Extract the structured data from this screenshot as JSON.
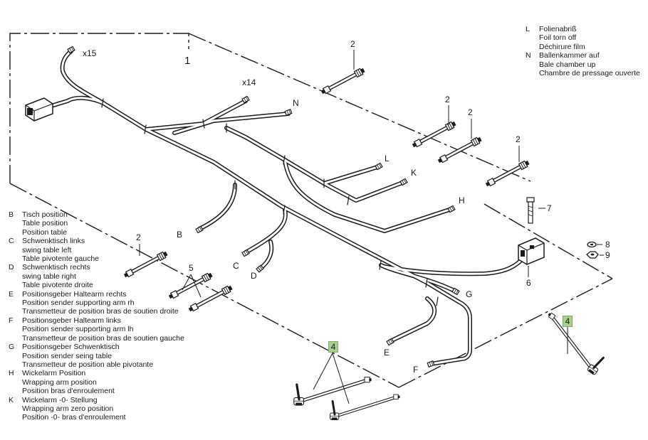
{
  "figure": {
    "group_number": "1",
    "multiplier_upper": "x15",
    "multiplier_lower": "x14"
  },
  "connector_letters": [
    "N",
    "L",
    "K",
    "H",
    "B",
    "C",
    "D",
    "E",
    "F",
    "G"
  ],
  "callouts": {
    "c2a": "2",
    "c2b": "2",
    "c2c": "2",
    "c2d": "2",
    "c2e": "2",
    "c4a": "4",
    "c4b": "4",
    "c5": "5",
    "c6": "6",
    "c7": "7",
    "c8": "8",
    "c9": "9"
  },
  "legend_top": [
    {
      "code": "L",
      "lines": [
        "Folienabriß",
        "Foil torn off",
        "Déchirure film"
      ]
    },
    {
      "code": "N",
      "lines": [
        "Ballenkammer auf",
        "Bale chamber up",
        "Chambre de pressage  ouverte"
      ]
    }
  ],
  "legend_left": [
    {
      "code": "B",
      "lines": [
        "Tisch position",
        "Table position",
        "Position table"
      ]
    },
    {
      "code": "C",
      "lines": [
        "Schwenktisch links",
        "swing table left",
        "Table pivotente gauche"
      ]
    },
    {
      "code": "D",
      "lines": [
        "Schwenktisch rechts",
        "swing table right",
        "Table pivotente droite"
      ]
    },
    {
      "code": "E",
      "lines": [
        "Positionsgeber Haltearm rechts",
        "Position sender supporting arm rh",
        "Transmetteur de position bras de soutien droite"
      ]
    },
    {
      "code": "F",
      "lines": [
        "Positionsgeber Haltearm links",
        "Position sender supporting arm lh",
        "Transmetteur de position bras de soutien gauche"
      ]
    },
    {
      "code": "G",
      "lines": [
        "Positionsgeber Schwenktisch",
        "Position sender seing table",
        "Transmetteur de position able pivotante"
      ]
    },
    {
      "code": "H",
      "lines": [
        "Wickelarm Position",
        "Wrapping arm position",
        "Position bras d'enroulement"
      ]
    },
    {
      "code": "K",
      "lines": [
        "Wickelarm -0- Stellung",
        "Wrapping arm zero position",
        "Position -0- bras d'enroulement"
      ]
    }
  ]
}
